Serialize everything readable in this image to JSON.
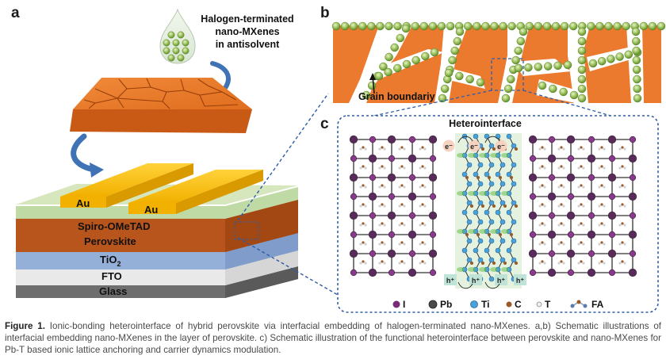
{
  "panels": {
    "a": "a",
    "b": "b",
    "c": "c"
  },
  "panel_a": {
    "antisolvent_label": [
      "Halogen-terminated",
      "nano-MXenes",
      "in antisolvent"
    ],
    "layers": {
      "au_left": "Au",
      "au_right": "Au",
      "spiro": "Spiro-OMeTAD",
      "perovskite": "Perovskite",
      "tio2_main": "TiO",
      "tio2_sub": "2",
      "fto": "FTO",
      "glass": "Glass"
    }
  },
  "panel_b": {
    "grain_boundary": "Grain boundariy"
  },
  "panel_c": {
    "title": "Heterointerface",
    "electron": "e⁻",
    "hole": "h⁺",
    "legend": [
      {
        "symbol": "I",
        "color": "#7a2a7a"
      },
      {
        "symbol": "Pb",
        "color": "#4a4a4a"
      },
      {
        "symbol": "Ti",
        "color": "#4aa0d8"
      },
      {
        "symbol": "C",
        "color": "#9a5a28"
      },
      {
        "symbol": "T",
        "color": "#d8d8d8"
      },
      {
        "symbol": "FA",
        "color": "#8aa0b8"
      }
    ]
  },
  "caption": {
    "label": "Figure 1.",
    "text": " Ionic-bonding heterointerface of hybrid perovskite via interfacial embedding of halogen-terminated nano-MXenes. a,b) Schematic illustrations of interfacial embedding nano-MXenes in the layer of perovskite. c) Schematic illustration of the functional heterointerface between perovskite and nano-MXenes for Pb-T based ionic lattice anchoring and carrier dynamics modulation."
  }
}
